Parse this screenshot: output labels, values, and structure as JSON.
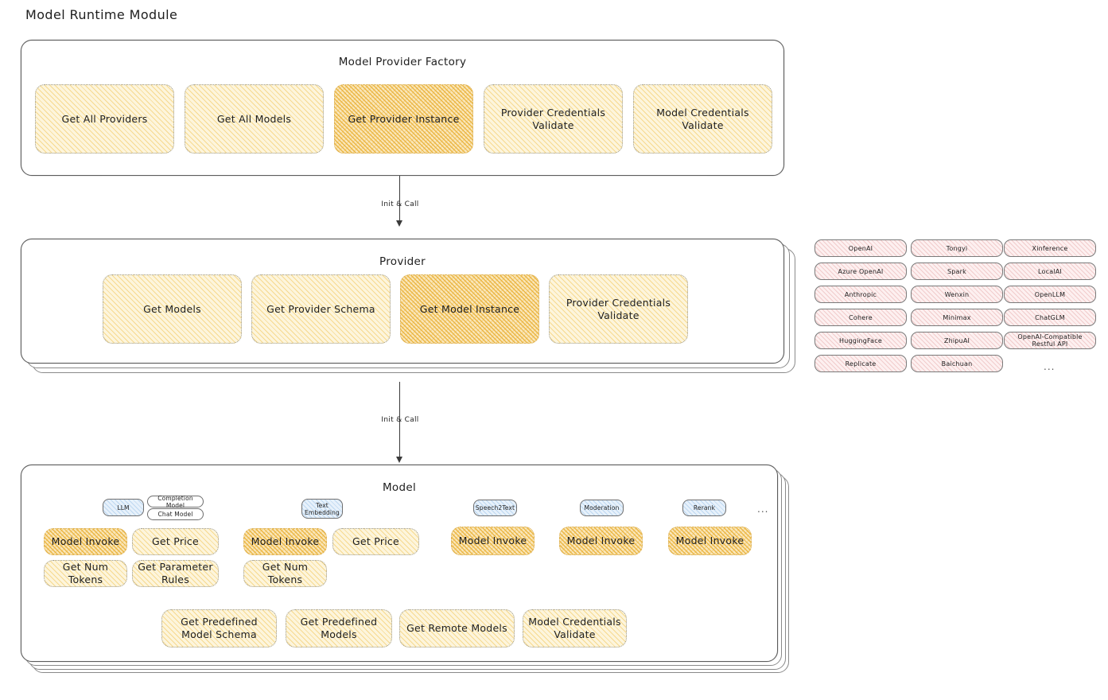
{
  "page": {
    "title": "Model Runtime Module"
  },
  "factory": {
    "title": "Model Provider Factory",
    "methods": [
      {
        "label": "Get All Providers",
        "highlight": false
      },
      {
        "label": "Get All Models",
        "highlight": false
      },
      {
        "label": "Get Provider Instance",
        "highlight": true
      },
      {
        "label": "Provider Credentials Validate",
        "highlight": false
      },
      {
        "label": "Model Credentials Validate",
        "highlight": false
      }
    ]
  },
  "arrows": [
    {
      "label": "Init & Call"
    },
    {
      "label": "Init & Call"
    }
  ],
  "provider": {
    "title": "Provider",
    "methods": [
      {
        "label": "Get Models",
        "highlight": false
      },
      {
        "label": "Get Provider Schema",
        "highlight": false
      },
      {
        "label": "Get Model Instance",
        "highlight": true
      },
      {
        "label": "Provider Credentials Validate",
        "highlight": false
      }
    ]
  },
  "provider_list": {
    "columns": [
      {
        "items": [
          "OpenAI",
          "Azure OpenAI",
          "Anthropic",
          "Cohere",
          "HuggingFace",
          "Replicate"
        ]
      },
      {
        "items": [
          "Tongyi",
          "Spark",
          "Wenxin",
          "Minimax",
          "ZhipuAI",
          "Baichuan"
        ]
      },
      {
        "items": [
          "Xinference",
          "LocalAI",
          "OpenLLM",
          "ChatGLM",
          "OpenAI-Compatible Restful API"
        ]
      }
    ],
    "more": "..."
  },
  "model": {
    "title": "Model",
    "more": "...",
    "types": [
      {
        "name": "LLM",
        "sub": [
          "Completion Model",
          "Chat Model"
        ],
        "methods": [
          {
            "label": "Model Invoke",
            "highlight": true
          },
          {
            "label": "Get Price",
            "highlight": false
          },
          {
            "label": "Get Num Tokens",
            "highlight": false
          },
          {
            "label": "Get Parameter Rules",
            "highlight": false
          }
        ]
      },
      {
        "name": "Text Embedding",
        "sub": [],
        "methods": [
          {
            "label": "Model Invoke",
            "highlight": true
          },
          {
            "label": "Get Price",
            "highlight": false
          },
          {
            "label": "Get Num Tokens",
            "highlight": false
          }
        ]
      },
      {
        "name": "Speech2Text",
        "sub": [],
        "methods": [
          {
            "label": "Model Invoke",
            "highlight": true
          }
        ]
      },
      {
        "name": "Moderation",
        "sub": [],
        "methods": [
          {
            "label": "Model Invoke",
            "highlight": true
          }
        ]
      },
      {
        "name": "Rerank",
        "sub": [],
        "methods": [
          {
            "label": "Model Invoke",
            "highlight": true
          }
        ]
      }
    ],
    "common_methods": [
      {
        "label": "Get Predefined Model Schema"
      },
      {
        "label": "Get Predefined Models"
      },
      {
        "label": "Get Remote Models"
      },
      {
        "label": "Model Credentials Validate"
      }
    ]
  },
  "colors": {
    "box_fill": "#fdf5dc",
    "box_fill_highlight": "#fae7bb",
    "chip_fill": "#fdf0f0",
    "badge_fill": "#e7f1fb",
    "stroke": "#5c5c5c",
    "text": "#1e1e1e"
  }
}
